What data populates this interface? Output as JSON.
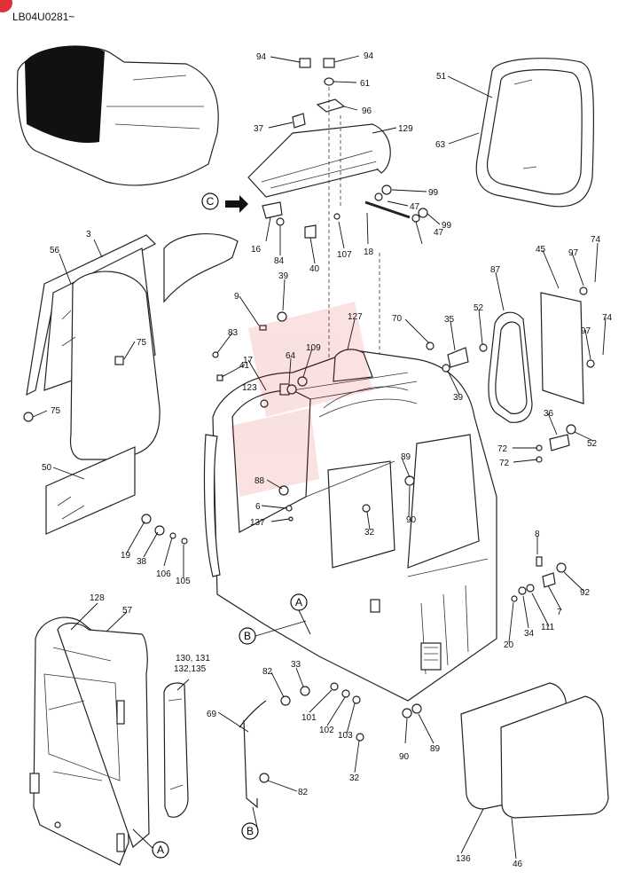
{
  "header": {
    "doc_code": "LB04U0281~"
  },
  "detail_markers": {
    "c": "C",
    "a": "A",
    "b": "B"
  },
  "part_labels": {
    "p94a": "94",
    "p94b": "94",
    "p61": "61",
    "p96": "96",
    "p37": "37",
    "p129": "129",
    "p51": "51",
    "p63": "63",
    "p99a": "99",
    "p47a": "47",
    "p47b": "47",
    "p99b": "99",
    "p18": "18",
    "p107": "107",
    "p16": "16",
    "p84": "84",
    "p40": "40",
    "p3": "3",
    "p56": "56",
    "p75a": "75",
    "p75b": "75",
    "p9": "9",
    "p39a": "39",
    "p127": "127",
    "p70": "70",
    "p35": "35",
    "p52a": "52",
    "p87": "87",
    "p45": "45",
    "p97a": "97",
    "p74a": "74",
    "p97b": "97",
    "p74b": "74",
    "p83": "83",
    "p17": "17",
    "p64": "64",
    "p109": "109",
    "p41": "41",
    "p123": "123",
    "p39b": "39",
    "p36": "36",
    "p52b": "52",
    "p72a": "72",
    "p72b": "72",
    "p50": "50",
    "p89a": "89",
    "p88": "88",
    "p6": "6",
    "p137": "137",
    "p90a": "90",
    "p32a": "32",
    "p19": "19",
    "p38": "38",
    "p106": "106",
    "p105": "105",
    "p8": "8",
    "p92": "92",
    "p7": "7",
    "p111": "111",
    "p34": "34",
    "p20": "20",
    "p128": "128",
    "p57": "57",
    "p130": "130, 131",
    "p132": "132,135",
    "p82a": "82",
    "p33": "33",
    "p101": "101",
    "p102": "102",
    "p103": "103",
    "p90b": "90",
    "p89b": "89",
    "p32b": "32",
    "p69": "69",
    "p82b": "82",
    "p136": "136",
    "p46": "46"
  }
}
